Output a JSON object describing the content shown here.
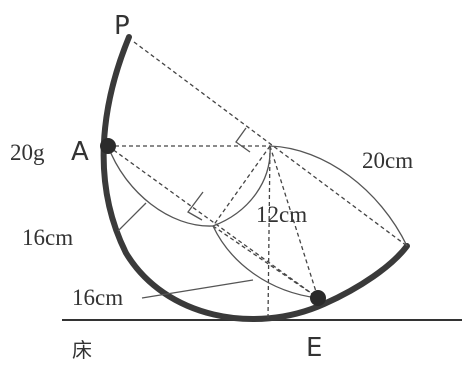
{
  "labels": {
    "point_p": "P",
    "point_a": "A",
    "point_e": "E",
    "mass": "20g",
    "floor": "床",
    "string_upper": "16cm",
    "string_lower": "16cm",
    "length_mid": "12cm",
    "length_right": "20cm"
  },
  "colors": {
    "rail": "#3a3a3a",
    "text": "#333333",
    "background": "#ffffff"
  }
}
